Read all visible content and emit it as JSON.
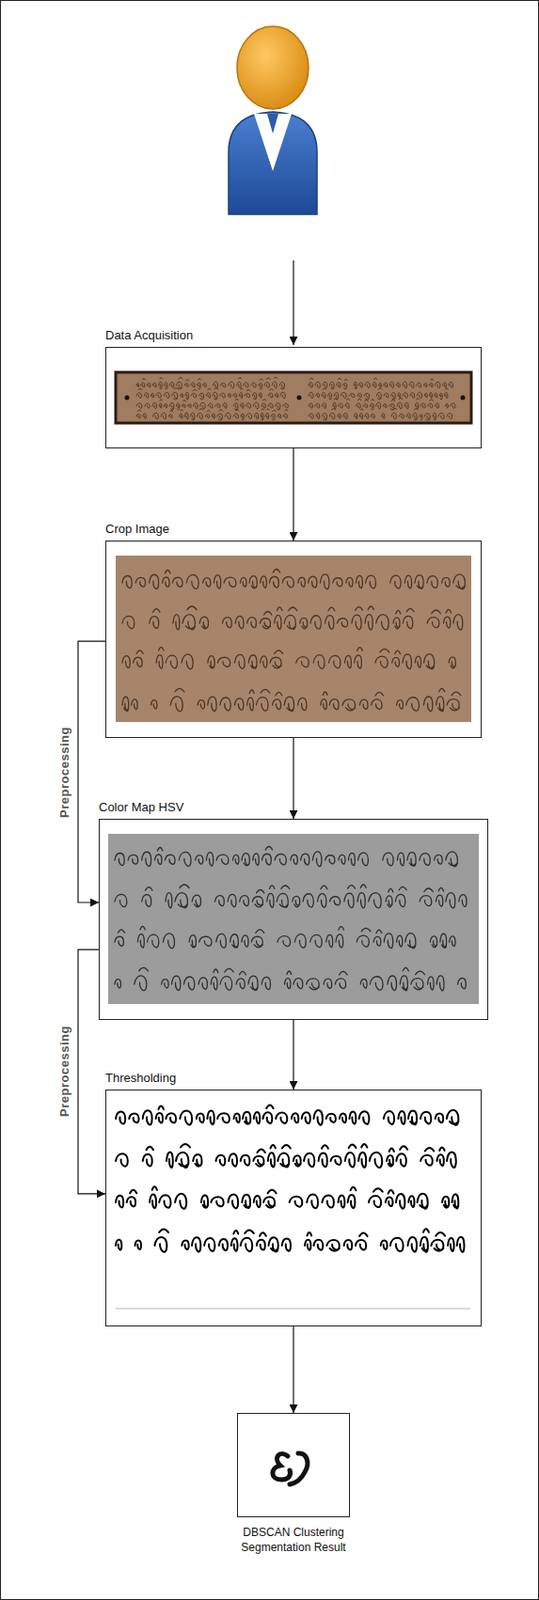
{
  "diagram": {
    "nodes": [
      {
        "text": [
          "Data Acquisition"
        ]
      },
      {
        "text": [
          "Crop Image"
        ]
      },
      {
        "text": [
          "Color Map HSV"
        ]
      },
      {
        "text": [
          "Thresholding"
        ]
      },
      {
        "text": [
          "DBSCAN Clustering Segmentation Result"
        ]
      }
    ],
    "edges": [
      {
        "from": 0,
        "to": 1,
        "arrow": "to"
      },
      {
        "from": 1,
        "to": 2,
        "arrow": "to"
      },
      {
        "from": 1,
        "to": 2,
        "label": "Preprocessing",
        "arrow": "to"
      },
      {
        "from": 2,
        "to": 3,
        "arrow": "to"
      },
      {
        "from": 2,
        "to": 3,
        "label": "Preprocessing",
        "arrow": "to"
      },
      {
        "from": 3,
        "to": 4,
        "arrow": "to"
      }
    ]
  }
}
